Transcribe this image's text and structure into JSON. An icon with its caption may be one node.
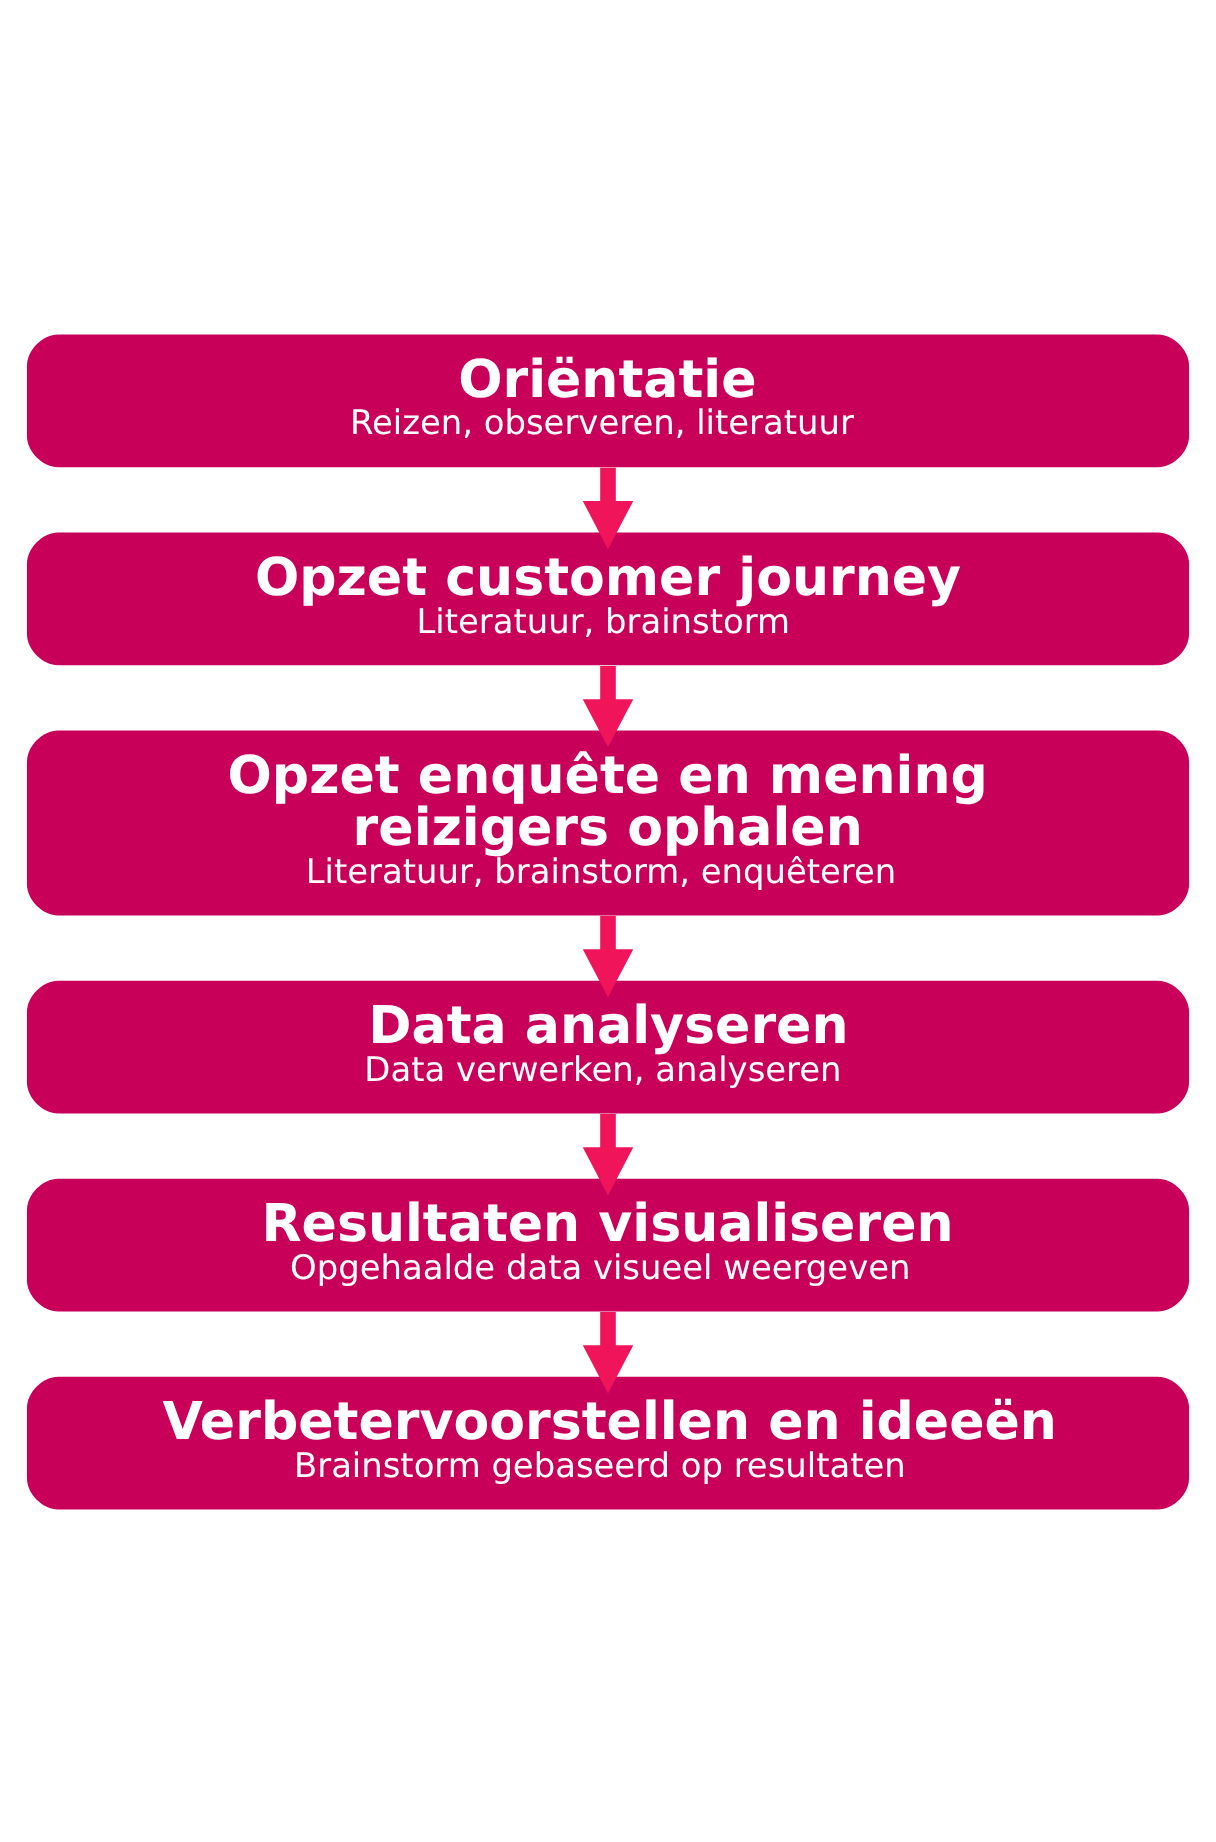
{
  "diagram": {
    "nodes": [
      {
        "text": [
          "Oriëntatie",
          "Reizen, observeren, literatuur"
        ]
      },
      {
        "text": [
          "Opzet customer journey",
          "Literatuur, brainstorm"
        ]
      },
      {
        "text": [
          "Opzet enquête en mening reizigers ophalen",
          "Literatuur, brainstorm, enquêteren"
        ]
      },
      {
        "text": [
          "Data analyseren",
          "Data verwerken, analyseren"
        ]
      },
      {
        "text": [
          "Resultaten visualiseren",
          "Opgehaalde data visueel weergeven"
        ]
      },
      {
        "text": [
          "Verbetervoorstellen en ideeën",
          "Brainstorm gebaseerd op resultaten"
        ]
      }
    ],
    "edges": [
      {
        "from": 0,
        "to": 1,
        "arrow": "to"
      },
      {
        "from": 1,
        "to": 2,
        "arrow": "to"
      },
      {
        "from": 2,
        "to": 3,
        "arrow": "to"
      },
      {
        "from": 3,
        "to": 4,
        "arrow": "to"
      },
      {
        "from": 4,
        "to": 5,
        "arrow": "to"
      }
    ]
  }
}
